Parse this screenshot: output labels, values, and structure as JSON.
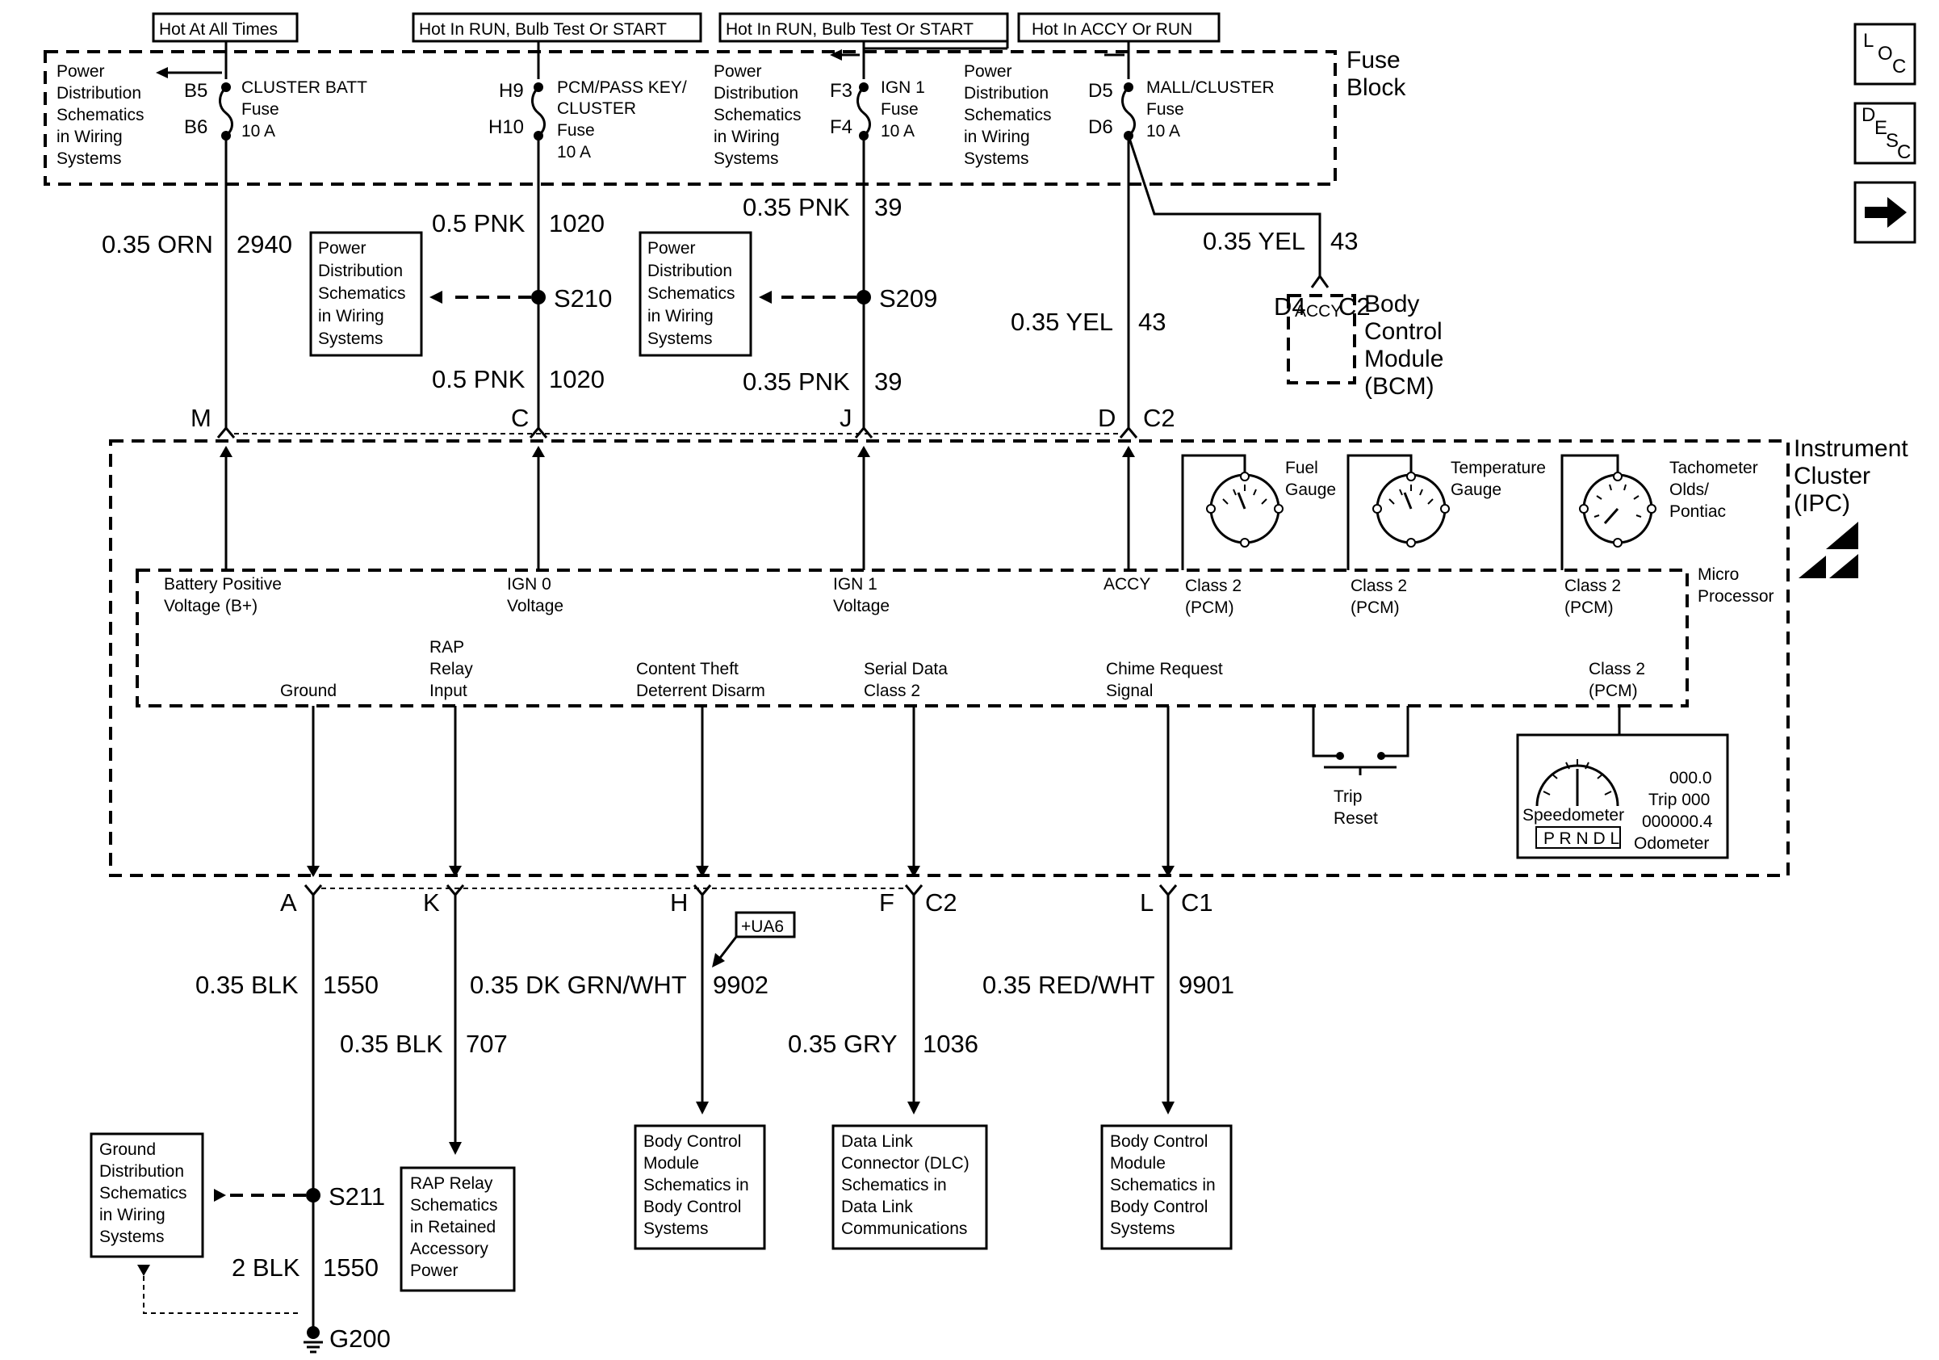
{
  "hot_labels": {
    "always": "Hot At All Times",
    "run1": "Hot In RUN, Bulb Test Or START",
    "run2": "Hot In RUN, Bulb Test Or START",
    "accy": "Hot In ACCY Or RUN"
  },
  "fuse_block": {
    "title_line1": "Fuse",
    "title_line2": "Block",
    "pds_ref": [
      "Power",
      "Distribution",
      "Schematics",
      "in Wiring",
      "Systems"
    ],
    "fuses": [
      {
        "pin_top": "B5",
        "pin_bottom": "B6",
        "name": "CLUSTER BATT",
        "fuse": "Fuse",
        "rating": "10 A"
      },
      {
        "pin_top": "H9",
        "pin_bottom": "H10",
        "name": "PCM/PASS KEY/",
        "name2": "CLUSTER",
        "fuse": "Fuse",
        "rating": "10 A"
      },
      {
        "pin_top": "F3",
        "pin_bottom": "F4",
        "name": "IGN 1",
        "fuse": "Fuse",
        "rating": "10 A"
      },
      {
        "pin_top": "D5",
        "pin_bottom": "D6",
        "name": "MALL/CLUSTER",
        "fuse": "Fuse",
        "rating": "10 A"
      }
    ]
  },
  "wires_top": [
    {
      "gauge": "0.35 ORN",
      "circuit": "2940"
    },
    {
      "gauge": "0.5 PNK",
      "circuit": "1020"
    },
    {
      "gauge": "0.5 PNK",
      "circuit": "1020"
    },
    {
      "gauge": "0.35 PNK",
      "circuit": "39"
    },
    {
      "gauge": "0.35 PNK",
      "circuit": "39"
    },
    {
      "gauge": "0.35 YEL",
      "circuit": "43"
    },
    {
      "gauge": "0.35 YEL",
      "circuit": "43"
    }
  ],
  "splices": {
    "s210": "S210",
    "s209": "S209",
    "s211": "S211"
  },
  "pds_box": [
    "Power",
    "Distribution",
    "Schematics",
    "in Wiring",
    "Systems"
  ],
  "bcm": {
    "pin": "D4",
    "connector": "C2",
    "accy": "ACCY",
    "lines": [
      "Body",
      "Control",
      "Module",
      "(BCM)"
    ]
  },
  "ipc_connectors_top": [
    {
      "pin": "M"
    },
    {
      "pin": "C"
    },
    {
      "pin": "J"
    },
    {
      "pin": "D",
      "connector": "C2"
    }
  ],
  "ipc": {
    "title": [
      "Instrument",
      "Cluster",
      "(IPC)"
    ],
    "micro": [
      "Micro",
      "Processor"
    ],
    "inputs": [
      {
        "l1": "Battery Positive",
        "l2": "Voltage (B+)"
      },
      {
        "l1": "IGN 0",
        "l2": "Voltage"
      },
      {
        "l1": "IGN 1",
        "l2": "Voltage"
      },
      {
        "l1": "ACCY",
        "l2": ""
      }
    ],
    "gauges": [
      {
        "l1": "Fuel",
        "l2": "Gauge",
        "l3": ""
      },
      {
        "l1": "Temperature",
        "l2": "Gauge",
        "l3": ""
      },
      {
        "l1": "Tachometer",
        "l2": "Olds/",
        "l3": "Pontiac"
      }
    ],
    "class2": {
      "l1": "Class 2",
      "l2": "(PCM)"
    },
    "outputs": [
      {
        "l1": "",
        "l2": "Ground"
      },
      {
        "l0": "RAP",
        "l1": "Relay",
        "l2": "Input"
      },
      {
        "l1": "Content Theft",
        "l2": "Deterrent Disarm"
      },
      {
        "l1": "Serial Data",
        "l2": "Class 2"
      },
      {
        "l1": "Chime Request",
        "l2": "Signal"
      }
    ],
    "trip_reset": [
      "Trip",
      "Reset"
    ],
    "speedo": {
      "label": "Speedometer",
      "prndl": "P R N D L",
      "trip_value": "000.0",
      "trip_label": "Trip 000",
      "odo_value": "000000.4",
      "odo_label": "Odometer"
    }
  },
  "ipc_connectors_bottom": [
    {
      "pin": "A"
    },
    {
      "pin": "K"
    },
    {
      "pin": "H"
    },
    {
      "pin": "F",
      "connector": "C2"
    },
    {
      "pin": "L",
      "connector": "C1"
    }
  ],
  "wires_bottom": [
    {
      "gauge": "0.35 BLK",
      "circuit": "1550"
    },
    {
      "gauge": "0.35 BLK",
      "circuit": "707"
    },
    {
      "gauge": "0.35 DK GRN/WHT",
      "circuit": "9902"
    },
    {
      "gauge": "0.35 GRY",
      "circuit": "1036"
    },
    {
      "gauge": "0.35 RED/WHT",
      "circuit": "9901"
    },
    {
      "gauge": "2 BLK",
      "circuit": "1550"
    }
  ],
  "option_tag": "+UA6",
  "ground": "G200",
  "ref_boxes": {
    "ground_dist": [
      "Ground",
      "Distribution",
      "Schematics",
      "in Wiring",
      "Systems"
    ],
    "rap": [
      "RAP Relay",
      "Schematics",
      "in Retained",
      "Accessory",
      "Power"
    ],
    "bcm_body": [
      "Body Control",
      "Module",
      "Schematics in",
      "Body Control",
      "Systems"
    ],
    "dlc": [
      "Data Link",
      "Connector (DLC)",
      "Schematics in",
      "Data Link",
      "Communications"
    ],
    "bcm_body2": [
      "Body Control",
      "Module",
      "Schematics in",
      "Body Control",
      "Systems"
    ]
  },
  "nav": {
    "loc": [
      "L",
      "O",
      "C"
    ],
    "desc": [
      "D",
      "E",
      "S",
      "C"
    ]
  }
}
